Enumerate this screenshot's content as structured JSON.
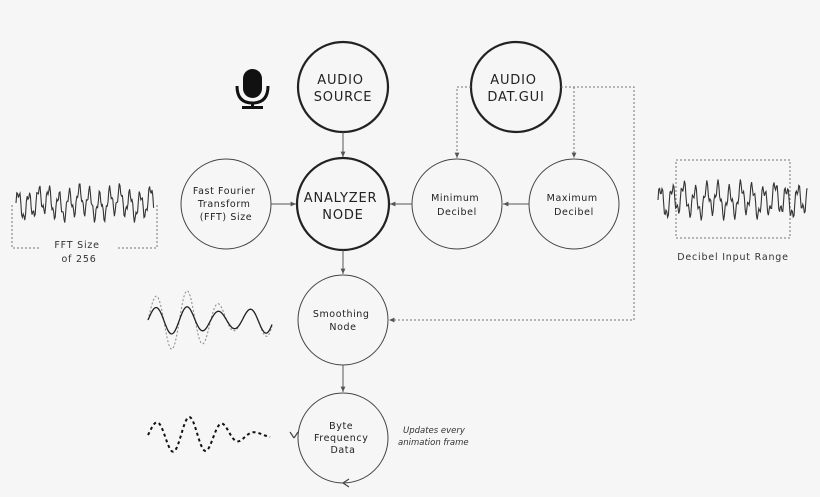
{
  "nodes": {
    "audio_source": [
      "AUDIO",
      "SOURCE"
    ],
    "audio_datgui": [
      "AUDIO",
      "DAT.GUI"
    ],
    "fft_size": [
      "Fast Fourier",
      "Transform",
      "(FFT) Size"
    ],
    "analyzer": [
      "ANALYZER",
      "NODE"
    ],
    "min_decibel": [
      "Minimum",
      "Decibel"
    ],
    "max_decibel": [
      "Maximum",
      "Decibel"
    ],
    "smoothing": [
      "Smoothing",
      "Node"
    ],
    "byte_freq": [
      "Byte",
      "Frequency",
      "Data"
    ]
  },
  "captions": {
    "fft": [
      "FFT Size",
      "of 256"
    ],
    "decibel_range": "Decibel Input Range",
    "updates": [
      "Updates every",
      "animation frame"
    ]
  },
  "icons": {
    "microphone": "microphone-icon"
  }
}
